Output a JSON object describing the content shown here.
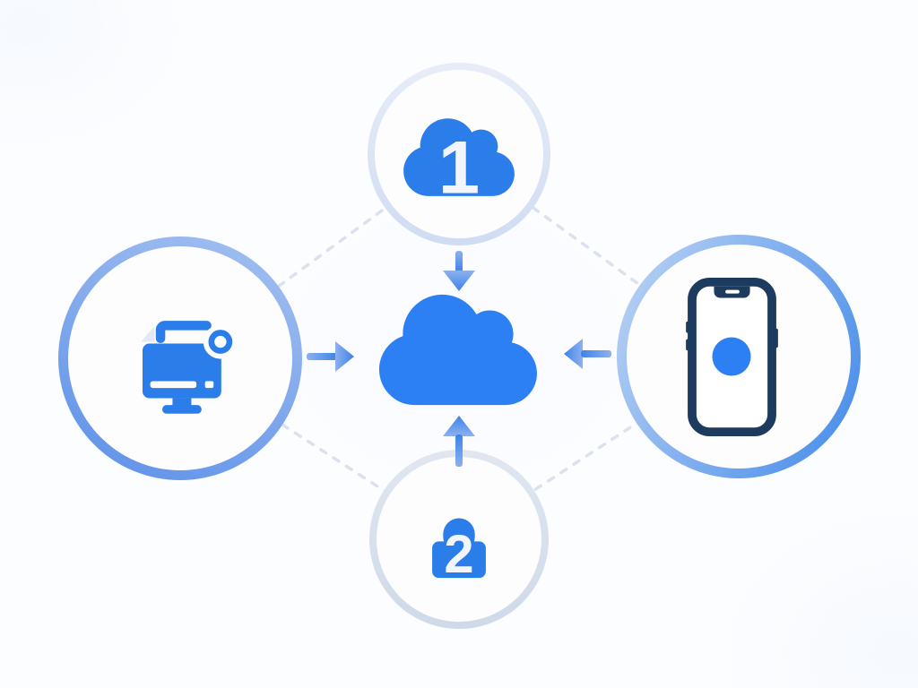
{
  "diagram": {
    "description": "cloud-sync-diagram",
    "center": {
      "icon": "cloud-icon"
    },
    "nodes": {
      "top": {
        "icon": "cloud-icon",
        "label": "1"
      },
      "bottom": {
        "icon": "lock-icon",
        "label": "2"
      },
      "left": {
        "icon": "desktop-computer-icon",
        "label": ""
      },
      "right": {
        "icon": "smartphone-icon",
        "label": ""
      }
    },
    "arrows": [
      "top-to-center",
      "bottom-to-center",
      "left-to-center",
      "right-to-center"
    ],
    "connectors": [
      "top-left",
      "top-right",
      "bottom-left",
      "bottom-right"
    ]
  },
  "colors": {
    "primary": "#2b7de9",
    "primary-bright": "#2d80f4",
    "navy": "#1d3a5f",
    "arrow-light": "#8fb0ee",
    "arrow-dark": "#3c83e9",
    "dash": "#dbe2ee",
    "ring-top-a": "#e7edf8",
    "ring-top-b": "#cfdcf2",
    "ring-bottom-a": "#e1e7f1",
    "ring-bottom-b": "#ced9e9",
    "ring-left-a": "#a5c1f0",
    "ring-left-b": "#5d90e9",
    "ring-right-a": "#bdd4f4",
    "ring-right-b": "#4289e9",
    "bg": "#fcfdff",
    "face": "#fdfdfe",
    "number": "#f2f6fc"
  }
}
